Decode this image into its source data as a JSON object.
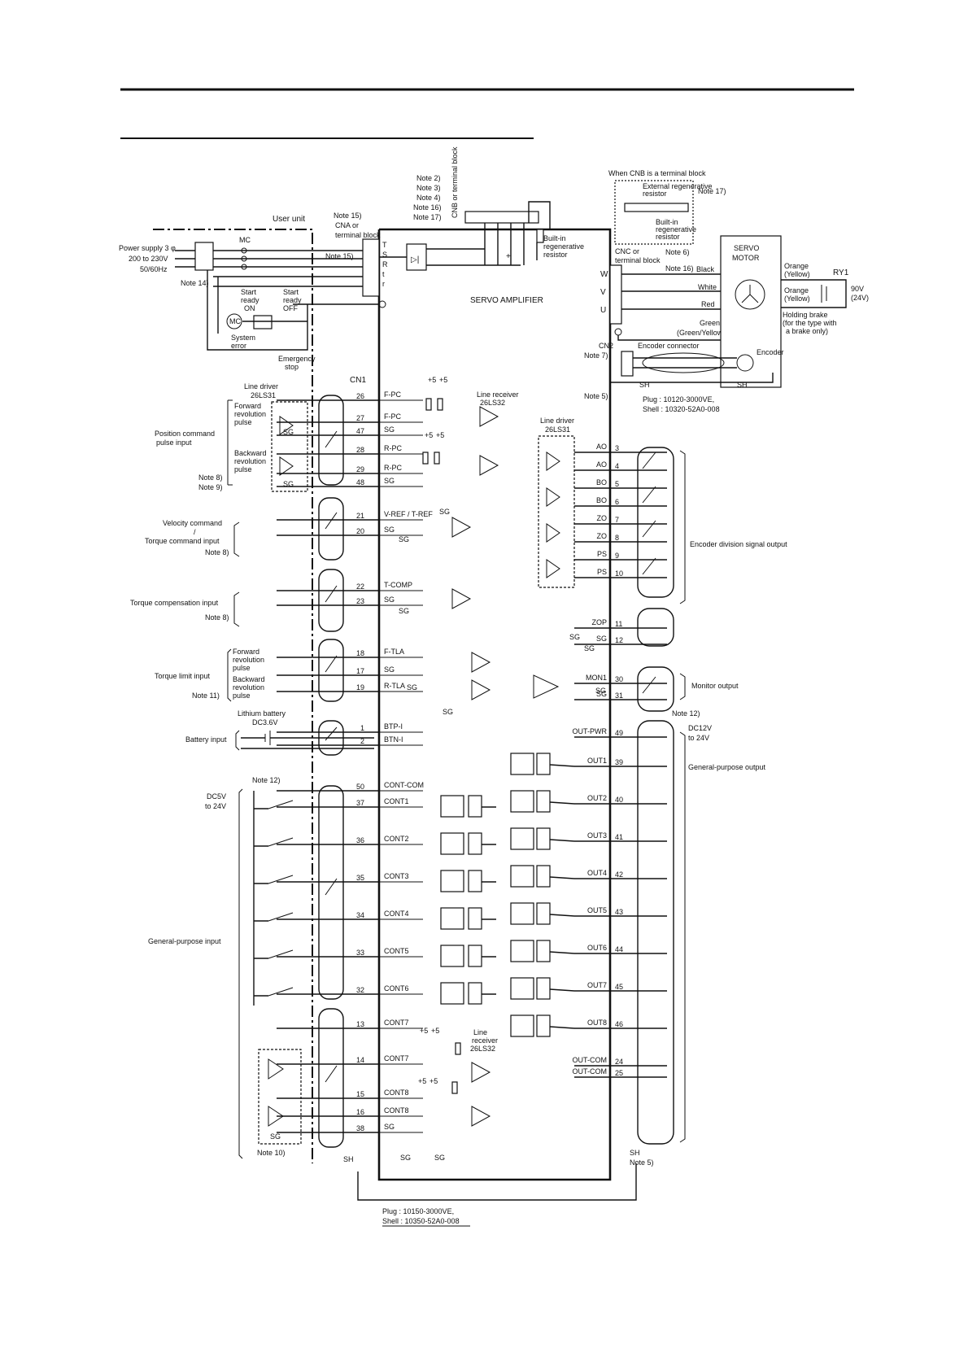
{
  "header": {
    "rule_top": true,
    "rule_sub": true
  },
  "top_left": {
    "user_unit": "User unit",
    "power_supply": [
      "Power supply 3 φ",
      "200 to 230V",
      "50/60Hz"
    ],
    "note14": "Note 14)",
    "mc": "MC",
    "start_on": [
      "Start",
      "ready",
      "ON"
    ],
    "start_off": [
      "Start",
      "ready",
      "OFF"
    ],
    "system_error": [
      "System",
      "error"
    ],
    "emergency": [
      "Emergency",
      "stop"
    ],
    "cna": [
      "Note 15)",
      "CNA or",
      "terminal block"
    ],
    "note15b": "Note 15)",
    "terminals": [
      "T",
      "S",
      "R",
      "t",
      "r"
    ]
  },
  "top_center": {
    "notes": [
      "Note 2)",
      "Note 3)",
      "Note 4)",
      "Note 16)",
      "Note 17)"
    ],
    "cnb": "CNB or terminal block",
    "builtin_res": [
      "Built-in",
      "regenerative",
      "resistor"
    ],
    "servo_amp": "SERVO AMPLIFIER"
  },
  "top_right": {
    "cnb_block": "When CNB is a terminal block",
    "ext_res": [
      "External regenerative",
      "resistor"
    ],
    "builtin": [
      "Built-in",
      "regenerative",
      "resistor"
    ],
    "note17": "Note 17)",
    "cnc": [
      "CNC or",
      "terminal block"
    ],
    "note6": "Note 6)",
    "note16": "Note 16)",
    "uvw": [
      "W",
      "V",
      "U"
    ],
    "wires": [
      "Black",
      "White",
      "Red"
    ],
    "green": [
      "Green",
      "(Green/Yellow)"
    ],
    "servo_motor": [
      "SERVO",
      "MOTOR"
    ],
    "orange1": [
      "Orange",
      "(Yellow)"
    ],
    "orange2": [
      "Orange",
      "(Yellow)"
    ],
    "ry1": "RY1",
    "v90": [
      "90V",
      "(24V)"
    ],
    "brake": [
      "Holding brake",
      "(for the type with",
      "a brake only)"
    ],
    "cn2": [
      "CN2",
      "Note 7)"
    ],
    "enc_conn": "Encoder connector",
    "encoder": "Encoder",
    "sh": "SH",
    "note5": "Note 5)",
    "plug": [
      "Plug : 10120-3000VE,",
      "Shell : 10320-52A0-008"
    ]
  },
  "left_inputs": {
    "cn1": "CN1",
    "line_driver": [
      "Line driver",
      "26LS31"
    ],
    "fwd": [
      "Forward",
      "revolution",
      "pulse"
    ],
    "bwd": [
      "Backward",
      "revolution",
      "pulse"
    ],
    "pos_cmd": [
      "Position command",
      "pulse input"
    ],
    "note89": [
      "Note 8)",
      "Note 9)"
    ],
    "sg": "SG",
    "plus5": "+5",
    "line_receiver": [
      "Line receiver",
      "26LS32"
    ],
    "vel_cmd": [
      "Velocity command",
      "/",
      "Torque command input",
      "Note 8)"
    ],
    "torque_comp": [
      "Torque compensation input",
      "Note 8)"
    ],
    "torque_lim": [
      "Torque limit input",
      "Note 11)"
    ],
    "tl_fwd": [
      "Forward",
      "revolution",
      "pulse"
    ],
    "tl_bwd": [
      "Backward",
      "revolution",
      "pulse"
    ],
    "battery": [
      "Lithium battery",
      "DC3.6V"
    ],
    "battery_input": "Battery input",
    "note12": "Note 12)",
    "dc5v": [
      "DC5V",
      "to 24V"
    ],
    "gp_input": "General-purpose input",
    "note10": "Note 10)",
    "lr2": [
      "Line",
      "receiver",
      "26LS32"
    ],
    "sh": "SH",
    "plug": [
      "Plug : 10150-3000VE,",
      "Shell : 10350-52A0-008"
    ]
  },
  "cn1_left": [
    {
      "pin": "26",
      "sig": "F-PC"
    },
    {
      "pin": "27",
      "sig": "F-PC"
    },
    {
      "pin": "47",
      "sig": "SG"
    },
    {
      "pin": "28",
      "sig": "R-PC"
    },
    {
      "pin": "29",
      "sig": "R-PC"
    },
    {
      "pin": "48",
      "sig": "SG"
    },
    {
      "pin": "21",
      "sig": "V-REF / T-REF"
    },
    {
      "pin": "20",
      "sig": "SG"
    },
    {
      "pin": "22",
      "sig": "T-COMP"
    },
    {
      "pin": "23",
      "sig": "SG"
    },
    {
      "pin": "18",
      "sig": "F-TLA"
    },
    {
      "pin": "17",
      "sig": "SG"
    },
    {
      "pin": "19",
      "sig": "R-TLA"
    },
    {
      "pin": "1",
      "sig": "BTP-I"
    },
    {
      "pin": "2",
      "sig": "BTN-I"
    },
    {
      "pin": "50",
      "sig": "CONT-COM"
    },
    {
      "pin": "37",
      "sig": "CONT1"
    },
    {
      "pin": "36",
      "sig": "CONT2"
    },
    {
      "pin": "35",
      "sig": "CONT3"
    },
    {
      "pin": "34",
      "sig": "CONT4"
    },
    {
      "pin": "33",
      "sig": "CONT5"
    },
    {
      "pin": "32",
      "sig": "CONT6"
    },
    {
      "pin": "13",
      "sig": "CONT7"
    },
    {
      "pin": "14",
      "sig": "CONT7"
    },
    {
      "pin": "15",
      "sig": "CONT8"
    },
    {
      "pin": "16",
      "sig": "CONT8"
    },
    {
      "pin": "38",
      "sig": "SG"
    }
  ],
  "cn1_right": [
    {
      "pin": "3",
      "sig": "AO"
    },
    {
      "pin": "4",
      "sig": "AO"
    },
    {
      "pin": "5",
      "sig": "BO"
    },
    {
      "pin": "6",
      "sig": "BO"
    },
    {
      "pin": "7",
      "sig": "ZO"
    },
    {
      "pin": "8",
      "sig": "ZO"
    },
    {
      "pin": "9",
      "sig": "PS"
    },
    {
      "pin": "10",
      "sig": "PS"
    },
    {
      "pin": "11",
      "sig": "ZOP"
    },
    {
      "pin": "12",
      "sig": "SG"
    },
    {
      "pin": "30",
      "sig": "MON1"
    },
    {
      "pin": "31",
      "sig": "SG"
    },
    {
      "pin": "49",
      "sig": "OUT-PWR"
    },
    {
      "pin": "39",
      "sig": "OUT1"
    },
    {
      "pin": "40",
      "sig": "OUT2"
    },
    {
      "pin": "41",
      "sig": "OUT3"
    },
    {
      "pin": "42",
      "sig": "OUT4"
    },
    {
      "pin": "43",
      "sig": "OUT5"
    },
    {
      "pin": "44",
      "sig": "OUT6"
    },
    {
      "pin": "45",
      "sig": "OUT7"
    },
    {
      "pin": "46",
      "sig": "OUT8"
    },
    {
      "pin": "24",
      "sig": "OUT-COM"
    },
    {
      "pin": "25",
      "sig": "OUT-COM"
    }
  ],
  "right_labels": {
    "line_driver": [
      "Line driver",
      "26LS31"
    ],
    "enc_div": "Encoder division signal output",
    "monitor": "Monitor output",
    "note12": "Note 12)",
    "dc12v": [
      "DC12V",
      "to 24V"
    ],
    "gp_output": "General-purpose output",
    "sh": "SH",
    "note5": "Note 5)",
    "sg": "SG"
  }
}
